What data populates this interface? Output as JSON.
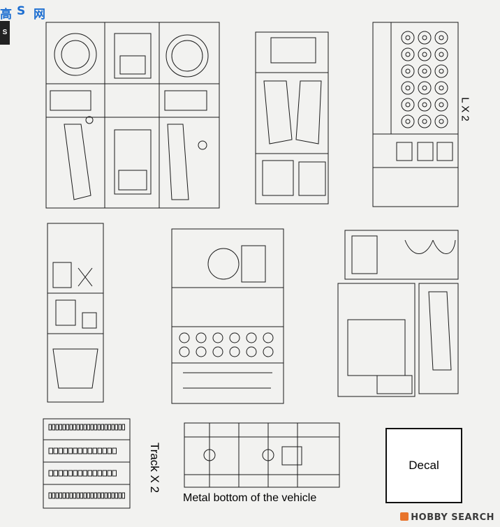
{
  "watermark_left": {
    "chars": [
      "高",
      "S",
      "网"
    ],
    "side_letter": "S"
  },
  "watermark_bottom_right": "HOBBY SEARCH",
  "labels": {
    "track": "Track X 2",
    "sprue_l": "L X 2",
    "metal_bottom": "Metal bottom of the vehicle",
    "decal": "Decal"
  },
  "colors": {
    "background": "#f2f2f0",
    "line": "#1a1a1a",
    "watermark_blue": "#1e6fd1",
    "hobby_orange": "#e8742b"
  }
}
